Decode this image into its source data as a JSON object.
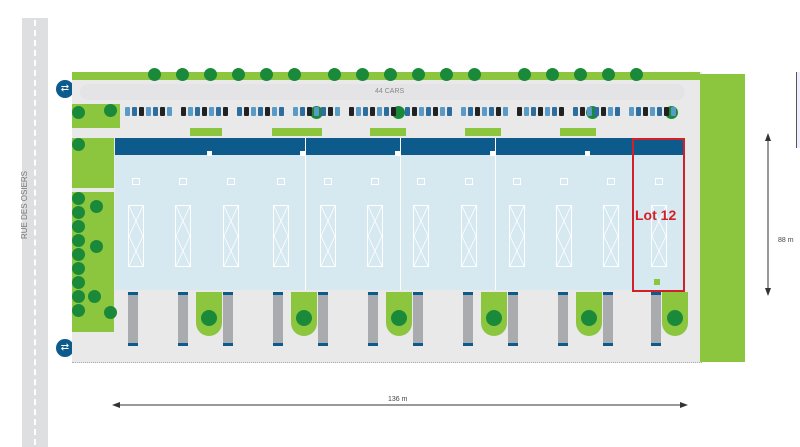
{
  "street_name": "RUE DES OSIERS",
  "parking_label": "44 CARS",
  "lot_label": "Lot 12",
  "width_dimension": "136 m",
  "depth_dimension": "88 m",
  "icons": [
    "roundabout-icon",
    "roundabout-icon"
  ],
  "colors": {
    "building_band": "#0d5a8c",
    "green": "#8cc63f",
    "lot_highlight": "#d32028"
  }
}
